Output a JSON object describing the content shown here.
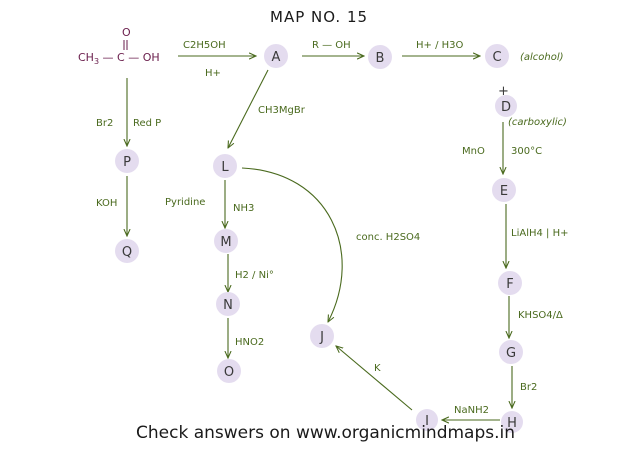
{
  "title": "MAP NO. 15",
  "footer": "Check answers on www.organicmindmaps.in",
  "colors": {
    "reagent": "#4a6a1e",
    "molecule": "#6a1e4c",
    "node_fill": "#e4dcef"
  },
  "start": {
    "left": "CH",
    "sub": "3",
    "mid": " — C — OH",
    "oxygen": "O"
  },
  "nodes": {
    "A": "A",
    "B": "B",
    "C": "C",
    "D": "D",
    "E": "E",
    "F": "F",
    "G": "G",
    "H": "H",
    "I": "I",
    "J": "J",
    "L": "L",
    "M": "M",
    "N": "N",
    "O": "O",
    "P": "P",
    "Q": "Q"
  },
  "labels": {
    "alcohol": "(alcohol)",
    "carboxylic": "(carboxylic)",
    "d_plus": "+"
  },
  "reagents": {
    "start_A_top": "C2H5OH",
    "start_A_bottom": "H+",
    "A_B": "R — OH",
    "B_C": "H+ / H3O",
    "A_L": "CH3MgBr",
    "start_P_1": "Br2",
    "start_P_2": "Red P",
    "P_Q": "KOH",
    "L_M_1": "Pyridine",
    "L_M_2": "NH3",
    "M_N": "H2 / Ni°",
    "N_O": "HNO2",
    "L_J": "conc. H2SO4",
    "D_E_1": "MnO",
    "D_E_2": "300°C",
    "E_F": "LiAlH4 | H+",
    "F_G": "KHSO4/Δ",
    "G_H": "Br2",
    "H_I": "NaNH2",
    "I_J": "K"
  }
}
